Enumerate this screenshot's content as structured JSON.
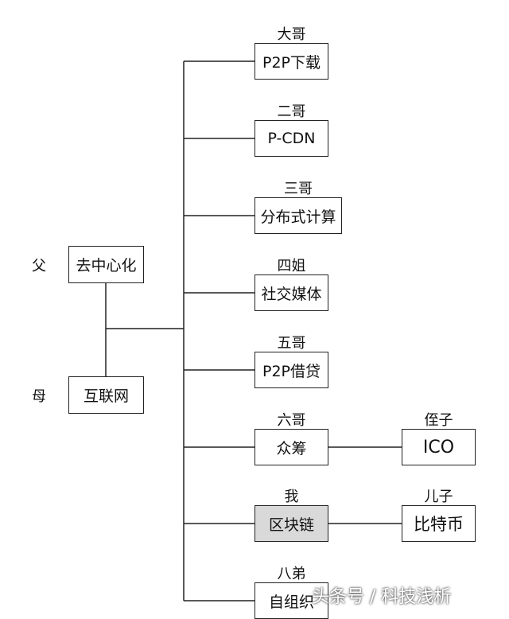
{
  "parents": {
    "father_label": "父",
    "father_box": "去中心化",
    "mother_label": "母",
    "mother_box": "互联网"
  },
  "children": [
    {
      "relation": "大哥",
      "name": "P2P下载"
    },
    {
      "relation": "二哥",
      "name": "P-CDN"
    },
    {
      "relation": "三哥",
      "name": "分布式计算"
    },
    {
      "relation": "四姐",
      "name": "社交媒体"
    },
    {
      "relation": "五哥",
      "name": "P2P借贷"
    },
    {
      "relation": "六哥",
      "name": "众筹",
      "offspring": {
        "relation": "侄子",
        "name": "ICO"
      }
    },
    {
      "relation": "我",
      "name": "区块链",
      "highlighted": true,
      "offspring": {
        "relation": "儿子",
        "name": "比特币"
      }
    },
    {
      "relation": "八弟",
      "name": "自组织"
    }
  ],
  "watermark": "头条号 / 科技浅析",
  "colors": {
    "line": "#222222",
    "highlight_fill": "#d9d9d9"
  }
}
